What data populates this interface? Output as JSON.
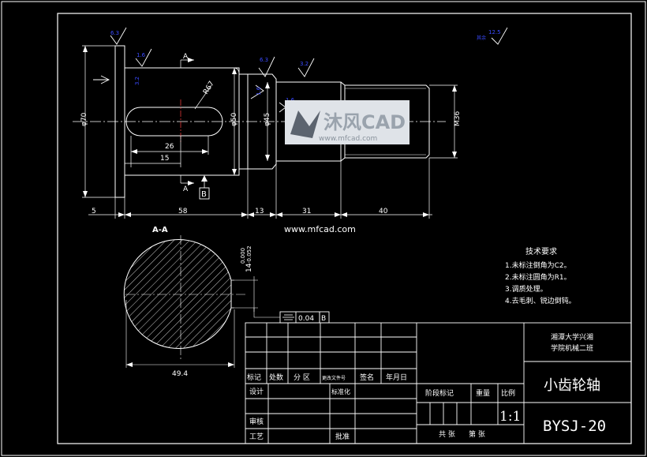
{
  "colors": {
    "background": "#000000",
    "line": "#ffffff",
    "dim_blue": "#2f3fff",
    "center_red": "#ff4040",
    "watermark_bg": "#dfe3e8"
  },
  "watermark": {
    "brand": "沐风CAD",
    "url_small": "www.mfcad.com",
    "url": "www.mfcad.com"
  },
  "views": {
    "section_title": "A-A",
    "cut_label_top": "A",
    "cut_label_bottom": "A",
    "datum": "B"
  },
  "dimensions": {
    "dia70": "φ70",
    "dia50": "φ50",
    "dia45": "φ45",
    "m36": "M36",
    "r67": "R67",
    "d26": "26",
    "d15": "15",
    "d5": "5",
    "d58": "58",
    "d13": "13",
    "d31": "31",
    "d40": "40",
    "sec_width": "49.4",
    "key_depth": "14",
    "tol_upper": "0.000",
    "tol_lower": "-0.052",
    "sym_tol": "0.04",
    "sym_ref": "B"
  },
  "roughness": {
    "r1": "6.3",
    "r2": "1.6",
    "r3": "3.2",
    "r4": "1.6",
    "r5": "6.3",
    "r6": "3.2",
    "r7": "1.6",
    "rest_label": "其余",
    "rest_value": "12.5"
  },
  "tech_req": {
    "title": "技术要求",
    "items": [
      "1.未标注倒角为C2。",
      "2.未标注圆角为R1。",
      "3.调质处理。",
      "4.去毛刺、锐边倒钝。"
    ]
  },
  "title_block": {
    "school_line1": "湘潭大学兴湘",
    "school_line2": "学院机械二班",
    "part_name": "小齿轮轴",
    "drawing_no": "BYSJ-20",
    "scale": "1:1",
    "h_mark": "标记",
    "h_count": "处数",
    "h_zone": "分 区",
    "h_docno": "更改文件号",
    "h_sign": "签名",
    "h_date": "年月日",
    "h_design": "设计",
    "h_std": "标准化",
    "h_stage": "阶段标记",
    "h_weight": "重量",
    "h_scale": "比例",
    "h_check": "审核",
    "h_process": "工艺",
    "h_approve": "批准",
    "h_total": "共 张",
    "h_sheet": "第 张"
  }
}
